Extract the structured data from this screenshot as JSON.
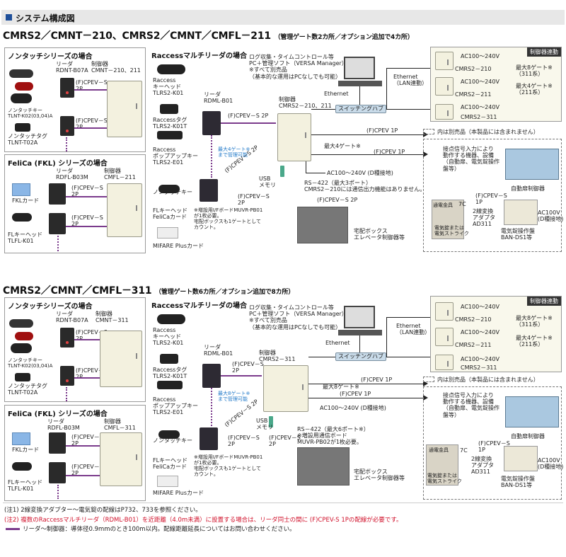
{
  "header": {
    "title": "システム構成図"
  },
  "sec1": {
    "title": "CMRS2／CMNT－210、CMRS2／CMNT／CMFL－211",
    "subtitle": "（管理ゲート数2カ所／オプション追加で4カ所）",
    "nt": {
      "heading": "ノンタッチシリーズの場合",
      "reader_label": "リーダ\nRDNT-B07A",
      "ctl_label": "制御器\nCMNT－210、211",
      "key_label": "ノンタッチキー\nTLNT-K02(03,04)A",
      "tag_label": "ノンタッチタグ\nTLNT-T02A",
      "cable1": "(F)CPEV－S\n2P",
      "cable2": "(F)CPEV－S\n2P"
    },
    "felica": {
      "heading": "FeliCa (FKL) シリーズの場合",
      "reader_label": "リーダ\nRDFL-B03M",
      "ctl_label": "制御器\nCMFL－211",
      "card_label": "FKLカード",
      "head_label": "FLキーヘッド\nTLFL-K01",
      "cable1": "(F)CPEV－S\n2P",
      "cable2": "(F)CPEV－S\n2P"
    },
    "multi": {
      "heading": "Raccessマルチリーダの場合",
      "key_label": "Raccess\nキーヘッド\nTLRS2-K01",
      "reader_label": "リーダ\nRDML-B01",
      "tag_label": "Raccessタグ\nTLRS2-K01T",
      "popup_label": "Raccess\nポップアップキー\nTLRS2-E01",
      "ntkey_label": "ノンタッチキー",
      "fl_label": "FLキーヘッド\nFeliCaカード",
      "mifare_label": "MIFARE Plusカード",
      "gate_note": "最大4ゲート※\nまで管理可能",
      "board_note": "※増設用I/FボードMUVR-PB01\nが1枚必要。\n宅配ボックスも1ゲートとして\nカウント。",
      "cable_s2p": "(F)CPEV－S 2P",
      "cable_diag": "(F)CPEV－S 2P",
      "cable_lower": "(F)CPEV－S\n2P"
    },
    "pc_note": "ログ収集・タイムコントロール等\nPC＋管理ソフト（VERSA Manager）\n※すべて別売品\n（基本的な運用はPCなしでも可能）",
    "ethernet": "Ethernet",
    "switch_hub": "スイッチングハブ",
    "controller_label": "制御器\nCMRS2－210、211",
    "usb_label": "USB\nメモリ",
    "max_gate": "最大4ゲート※",
    "cpev1": "(F)CPEV 1P",
    "cpev2": "(F)CPEV 1P",
    "ac_ground": "AC100～240V (D種接地)",
    "rs422": "RS－422（最大3ポート）\nCMRS2－210には通信出力機能はありません。",
    "cpev_s2p": "(F)CPEV－S 2P",
    "delivery": "宅配ボックス\nエレベータ制御器等",
    "ctl_link": {
      "label": "制御器連動",
      "ac1": "AC100～240V",
      "m1": "CMRS2－210",
      "ac2": "AC100～240V",
      "m2": "CMRS2－211",
      "ac3": "AC100～240V",
      "m3": "CMRS2－311",
      "note1": "最大8ゲート※\n（311系）",
      "note2": "最大4ゲート※\n（211系）",
      "eth": "Ethernet\n（LAN連動）"
    },
    "separate": "内は別売品（本製品には含まれません）",
    "contact": "接点信号入力により\n動作する機器、設備\n（自動扉、電気錠操作\n盤等）",
    "auto_door": "自動扉制御器",
    "lock_op": "電気錠操作盤\nBAN-DS1等",
    "adapter": "2線変換\nアダプタ\nAD311",
    "hinge": "通電金具",
    "lock": "電気錠または\n電気ストライク",
    "c7": "7C",
    "cpev_s1p": "(F)CPEV－S\n1P",
    "ac100v": "AC100V\n(D種接地)"
  },
  "sec2": {
    "title": "CMRS2／CMNT／CMFL－311",
    "subtitle": "（管理ゲート数6カ所／オプション追加で8カ所）",
    "nt": {
      "heading": "ノンタッチシリーズの場合",
      "reader_label": "リーダ\nRDNT-B07A",
      "ctl_label": "制御器\nCMNT－311",
      "key_label": "ノンタッチキー\nTLNT-K02(03,04)A",
      "tag_label": "ノンタッチタグ\nTLNT-T02A",
      "cable1": "(F)CPEV－S\n2P",
      "cable2": "(F)CPEV－S\n2P"
    },
    "felica": {
      "heading": "FeliCa (FKL) シリーズの場合",
      "reader_label": "リーダ\nRDFL-B03M",
      "ctl_label": "制御器\nCMFL－311",
      "card_label": "FKLカード",
      "head_label": "FLキーヘッド\nTLFL-K01",
      "cable1": "(F)CPEV－S\n2P",
      "cable2": "(F)CPEV－S\n2P"
    },
    "multi": {
      "heading": "Raccessマルチリーダの場合",
      "key_label": "Raccess\nキーヘッド\nTLRS2-K01",
      "reader_label": "リーダ\nRDML-B01",
      "tag_label": "Raccessタグ\nTLRS2-K01T",
      "popup_label": "Raccess\nポップアップキー\nTLRS2-E01",
      "ntkey_label": "ノンタッチキー",
      "fl_label": "FLキーヘッド\nFeliCaカード",
      "mifare_label": "MIFARE Plusカード",
      "gate_note": "最大8ゲート※\nまで管理可能",
      "board_note": "※増設用I/FボードMUVR-PB01\nが1枚必要。\n宅配ボックスも1ゲートとして\nカウント。",
      "cable_s2p": "(F)CPEV－S\n2P",
      "cable_diag": "(F)CPEV－S 2P",
      "cable_lower": "(F)CPEV－S\n2P"
    },
    "pc_note": "ログ収集・タイムコントロール等\nPC＋管理ソフト（VERSA Manager）\n※すべて別売品\n（基本的な運用はPCなしでも可能）",
    "ethernet": "Ethernet",
    "switch_hub": "スイッチングハブ",
    "controller_label": "制御器\nCMRS2－311",
    "usb_label": "USB\nメモリ",
    "max_gate": "最大8ゲート※",
    "cpev1": "(F)CPEV 1P",
    "cpev2": "(F)CPEV 1P",
    "ac_ground": "AC100～240V (D種接地)",
    "rs422": "RS－422（最大6ポート※）\n※増設用通信ボード\nMUVR-PB02が1枚必要。",
    "cpev_s2p": "(F)CPEV－S\n2P",
    "delivery": "宅配ボックス\nエレベータ制御器等",
    "ctl_link": {
      "label": "制御器連動",
      "ac1": "AC100～240V",
      "m1": "CMRS2－210",
      "ac2": "AC100～240V",
      "m2": "CMRS2－211",
      "ac3": "AC100～240V",
      "m3": "CMRS2－311",
      "note1": "最大8ゲート※\n（311系）",
      "note2": "最大4ゲート※\n（211系）",
      "eth": "Ethernet\n（LAN連動）"
    },
    "separate": "内は別売品（本製品には含まれません）",
    "contact": "接点信号入力により\n動作する機器、設備\n（自動扉、電気錠操作\n盤等）",
    "auto_door": "自動扉制御器",
    "lock_op": "電気錠操作盤\nBAN-DS1等",
    "adapter": "2線変換\nアダプタ\nAD311",
    "hinge": "通電金具",
    "lock": "電気錠または\n電気ストライク",
    "c7": "7C",
    "cpev_s1p": "(F)CPEV－S\n1P",
    "ac100v": "AC100V\n(D種接地)"
  },
  "notes": {
    "n1": "(注1) 2線変換アダプター～電気錠の配線はP732、733を参照ください。",
    "n2": "(注2) 複数のRaccessマルチリーダ（RDML-B01）を近距離（4.0m未満）に設置する場合は、リーダ同士の間に (F)CPEV-S 1Pの配線が必要です。",
    "n3": "リーダ～制御器：導体径0.9mmのとき100m以内。配線距離延長についてはお問い合わせください。"
  },
  "colors": {
    "accent_blue": "#1f78c8",
    "accent_purple": "#7b3b8c",
    "note_red": "#d0102a"
  }
}
